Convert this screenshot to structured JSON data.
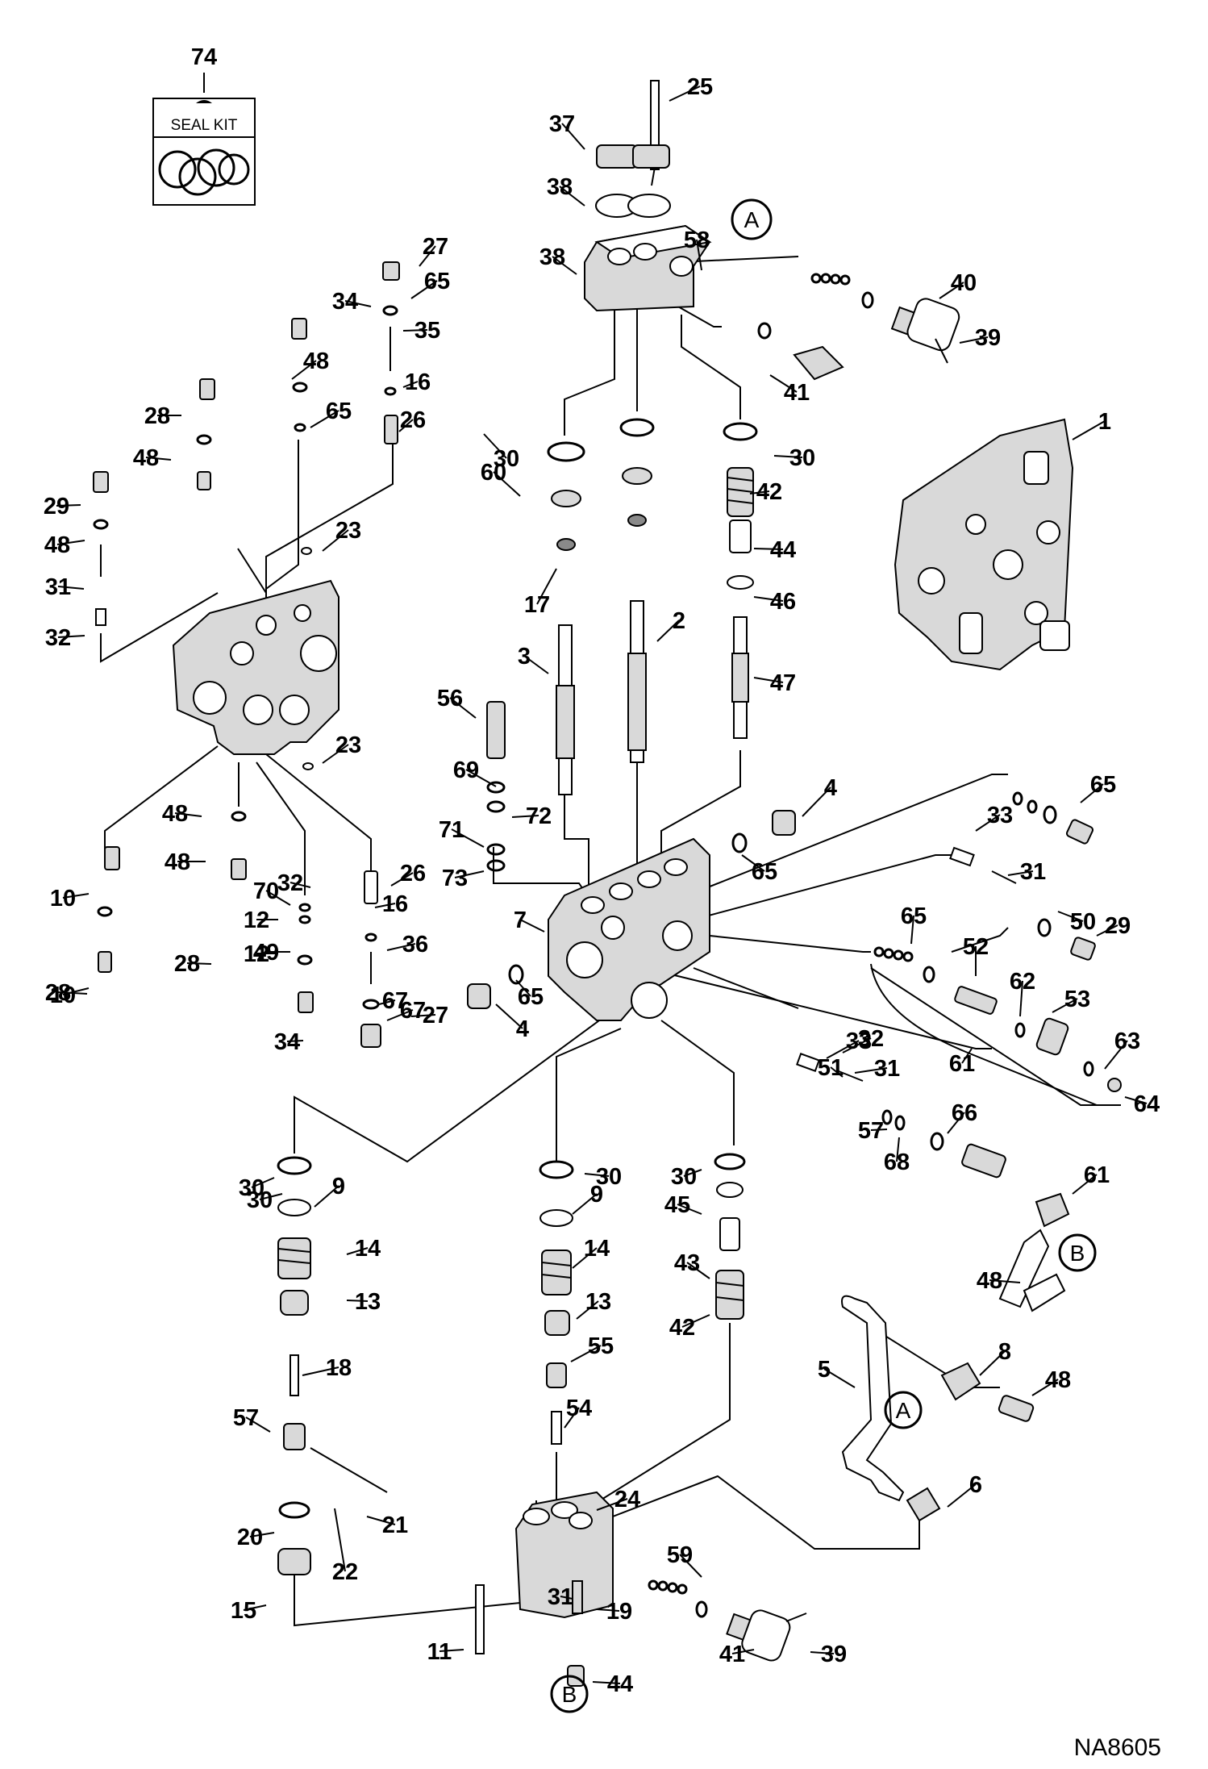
{
  "seal_kit": {
    "number": "74",
    "label": "SEAL KIT"
  },
  "reference_circles": [
    "A",
    "A",
    "B",
    "B"
  ],
  "drawing_id": "NA8605",
  "callouts": [
    "1",
    "2",
    "3",
    "4",
    "4",
    "5",
    "6",
    "7",
    "8",
    "9",
    "9",
    "10",
    "10",
    "11",
    "12",
    "12",
    "13",
    "13",
    "14",
    "14",
    "15",
    "16",
    "16",
    "17",
    "18",
    "19",
    "20",
    "21",
    "22",
    "23",
    "23",
    "24",
    "25",
    "26",
    "26",
    "27",
    "27",
    "28",
    "28",
    "28",
    "29",
    "29",
    "30",
    "30",
    "30",
    "30",
    "30",
    "30",
    "31",
    "31",
    "31",
    "31",
    "32",
    "32",
    "32",
    "33",
    "33",
    "34",
    "34",
    "35",
    "36",
    "37",
    "38",
    "38",
    "39",
    "39",
    "40",
    "41",
    "41",
    "42",
    "42",
    "43",
    "44",
    "44",
    "45",
    "46",
    "47",
    "48",
    "48",
    "48",
    "48",
    "48",
    "48",
    "48",
    "49",
    "50",
    "51",
    "52",
    "53",
    "54",
    "55",
    "56",
    "57",
    "57",
    "58",
    "59",
    "60",
    "61",
    "61",
    "62",
    "63",
    "64",
    "65",
    "65",
    "65",
    "65",
    "65",
    "65",
    "66",
    "67",
    "67",
    "68",
    "69",
    "70",
    "71",
    "72",
    "73"
  ]
}
